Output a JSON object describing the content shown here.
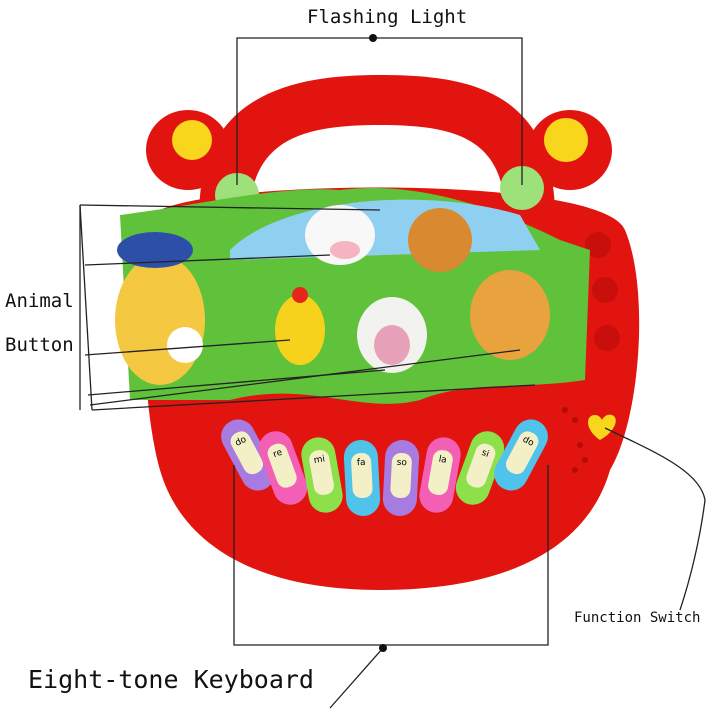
{
  "labels": {
    "flashing_light": "Flashing Light",
    "animal_button_line1": "Animal",
    "animal_button_line2": "Button",
    "function_switch": "Function Switch",
    "keyboard": "Eight-tone Keyboard"
  },
  "keys": [
    {
      "note": "do",
      "color": "#a77be0"
    },
    {
      "note": "re",
      "color": "#f25fb5"
    },
    {
      "note": "mi",
      "color": "#8ee04a"
    },
    {
      "note": "fa",
      "color": "#4fc3ea"
    },
    {
      "note": "so",
      "color": "#a77be0"
    },
    {
      "note": "la",
      "color": "#f25fb5"
    },
    {
      "note": "si",
      "color": "#8ee04a"
    },
    {
      "note": "do",
      "color": "#4fc3ea"
    }
  ],
  "colors": {
    "body": "#e2140f",
    "button_yellow": "#f7d61c",
    "light_green": "#9ee07a",
    "scene_green": "#5fc23a",
    "sky": "#8fd0f0"
  }
}
